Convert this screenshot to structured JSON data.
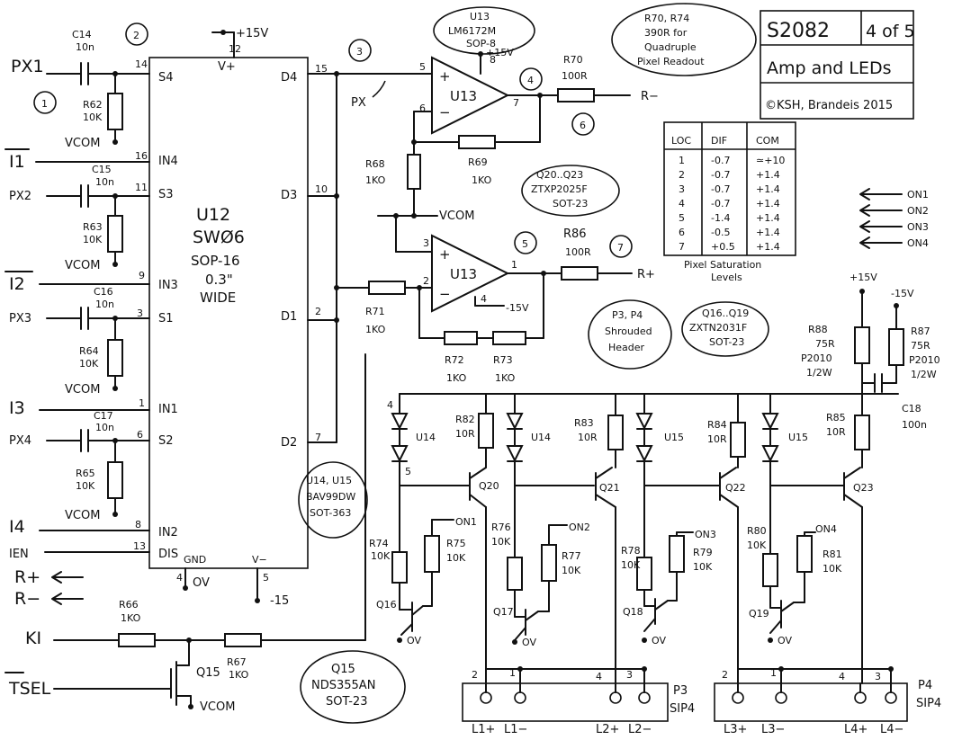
{
  "title_block": {
    "number": "S2082",
    "sheet": "4 of 5",
    "name": "Amp and LEDs",
    "credit": "©KSH, Brandeis 2015"
  },
  "inputs": {
    "px1": "PX1",
    "px2": "PX2",
    "px3": "PX3",
    "px4": "PX4",
    "i1": "I1",
    "i2": "I2",
    "i3": "I3",
    "i4": "I4",
    "ien": "IEN",
    "ki": "KI",
    "tsel": "TSEL",
    "r_plus": "R+",
    "r_minus": "R−"
  },
  "u12": {
    "ref": "U12",
    "part": "SWØ6",
    "pkg": "SOP-16",
    "width": "0.3\"",
    "wide": "WIDE",
    "pins_left": [
      {
        "num": "14",
        "name": "S4"
      },
      {
        "num": "16",
        "name": "IN4"
      },
      {
        "num": "11",
        "name": "S3"
      },
      {
        "num": "9",
        "name": "IN3"
      },
      {
        "num": "3",
        "name": "S1"
      },
      {
        "num": "1",
        "name": "IN1"
      },
      {
        "num": "6",
        "name": "S2"
      },
      {
        "num": "8",
        "name": "IN2"
      },
      {
        "num": "13",
        "name": "DIS"
      }
    ],
    "pins_right": [
      {
        "num": "15",
        "name": "D4"
      },
      {
        "num": "10",
        "name": "D3"
      },
      {
        "num": "2",
        "name": "D1"
      },
      {
        "num": "7",
        "name": "D2"
      }
    ],
    "pin_top": {
      "num": "12",
      "name": "V+"
    },
    "pin_gnd": {
      "num": "4",
      "name": "GND"
    },
    "pin_vneg": {
      "num": "5",
      "name": "V−"
    }
  },
  "caps": [
    {
      "ref": "C14",
      "val": "10n"
    },
    {
      "ref": "C15",
      "val": "10n"
    },
    {
      "ref": "C16",
      "val": "10n"
    },
    {
      "ref": "C17",
      "val": "10n"
    },
    {
      "ref": "C18",
      "val": "100n"
    }
  ],
  "resistors": {
    "r62": {
      "ref": "R62",
      "val": "10K"
    },
    "r63": {
      "ref": "R63",
      "val": "10K"
    },
    "r64": {
      "ref": "R64",
      "val": "10K"
    },
    "r65": {
      "ref": "R65",
      "val": "10K"
    },
    "r66": {
      "ref": "R66",
      "val": "1KO"
    },
    "r67": {
      "ref": "R67",
      "val": "1KO"
    },
    "r68": {
      "ref": "R68",
      "val": "1KO"
    },
    "r69": {
      "ref": "R69",
      "val": "1KO"
    },
    "r70": {
      "ref": "R70",
      "val": "100R"
    },
    "r71": {
      "ref": "R71",
      "val": "1KO"
    },
    "r72": {
      "ref": "R72",
      "val": "1KO"
    },
    "r73": {
      "ref": "R73",
      "val": "1KO"
    },
    "r74": {
      "ref": "R74",
      "val": "10K"
    },
    "r75": {
      "ref": "R75",
      "val": "10K"
    },
    "r76": {
      "ref": "R76",
      "val": "10K"
    },
    "r77": {
      "ref": "R77",
      "val": "10K"
    },
    "r78": {
      "ref": "R78",
      "val": "10K"
    },
    "r79": {
      "ref": "R79",
      "val": "10K"
    },
    "r80": {
      "ref": "R80",
      "val": "10K"
    },
    "r81": {
      "ref": "R81",
      "val": "10K"
    },
    "r82": {
      "ref": "R82",
      "val": "10R"
    },
    "r83": {
      "ref": "R83",
      "val": "10R"
    },
    "r84": {
      "ref": "R84",
      "val": "10R"
    },
    "r85": {
      "ref": "R85",
      "val": "10R"
    },
    "r86": {
      "ref": "R86",
      "val": "100R"
    },
    "r87": {
      "ref": "R87",
      "val": "75R",
      "pkg": "P2010",
      "pwr": "1/2W"
    },
    "r88": {
      "ref": "R88",
      "val": "75R",
      "pkg": "P2010",
      "pwr": "1/2W"
    }
  },
  "opamp": {
    "ref": "U13",
    "part": "LM6172M",
    "pkg": "SOP-8"
  },
  "notes": {
    "r70_r74": [
      "R70, R74",
      "390R for",
      "Quadruple",
      "Pixel Readout"
    ],
    "q20_q23": [
      "Q20..Q23",
      "ZTXP2025F",
      "SOT-23"
    ],
    "q16_q19": [
      "Q16..Q19",
      "ZXTN2031F",
      "SOT-23"
    ],
    "p3_p4": [
      "P3, P4",
      "Shrouded",
      "Header"
    ],
    "q15": [
      "Q15",
      "NDS355AN",
      "SOT-23"
    ],
    "u14_u15": [
      "U14, U15",
      "BAV99DW",
      "SOT-363"
    ]
  },
  "saturation_table": {
    "caption": [
      "Pixel Saturation",
      "Levels"
    ],
    "headers": [
      "LOC",
      "DIF",
      "COM"
    ],
    "rows": [
      [
        "1",
        "-0.7",
        "≃+10"
      ],
      [
        "2",
        "-0.7",
        "+1.4"
      ],
      [
        "3",
        "-0.7",
        "+1.4"
      ],
      [
        "4",
        "-0.7",
        "+1.4"
      ],
      [
        "5",
        "-1.4",
        "+1.4"
      ],
      [
        "6",
        "-0.5",
        "+1.4"
      ],
      [
        "7",
        "+0.5",
        "+1.4"
      ]
    ]
  },
  "on_signals": [
    "ON1",
    "ON2",
    "ON3",
    "ON4"
  ],
  "nets": {
    "vcom": "VCOM",
    "p15v": "+15V",
    "m15v": "-15V",
    "ov": "OV",
    "m15": "-15",
    "px": "PX",
    "p15": "+15V"
  },
  "transistors": {
    "q15": "Q15",
    "q16": "Q16",
    "q17": "Q17",
    "q18": "Q18",
    "q19": "Q19",
    "q20": "Q20",
    "q21": "Q21",
    "q22": "Q22",
    "q23": "Q23"
  },
  "diodes": {
    "u14": "U14",
    "u15": "U15"
  },
  "headers": {
    "p3": {
      "ref": "P3",
      "type": "SIP4"
    },
    "p4": {
      "ref": "P4",
      "type": "SIP4"
    },
    "labels": [
      "L1+",
      "L1−",
      "L2+",
      "L2−",
      "L3+",
      "L3−",
      "L4+",
      "L4−"
    ]
  },
  "markers": [
    "1",
    "2",
    "3",
    "4",
    "5",
    "6",
    "7"
  ]
}
